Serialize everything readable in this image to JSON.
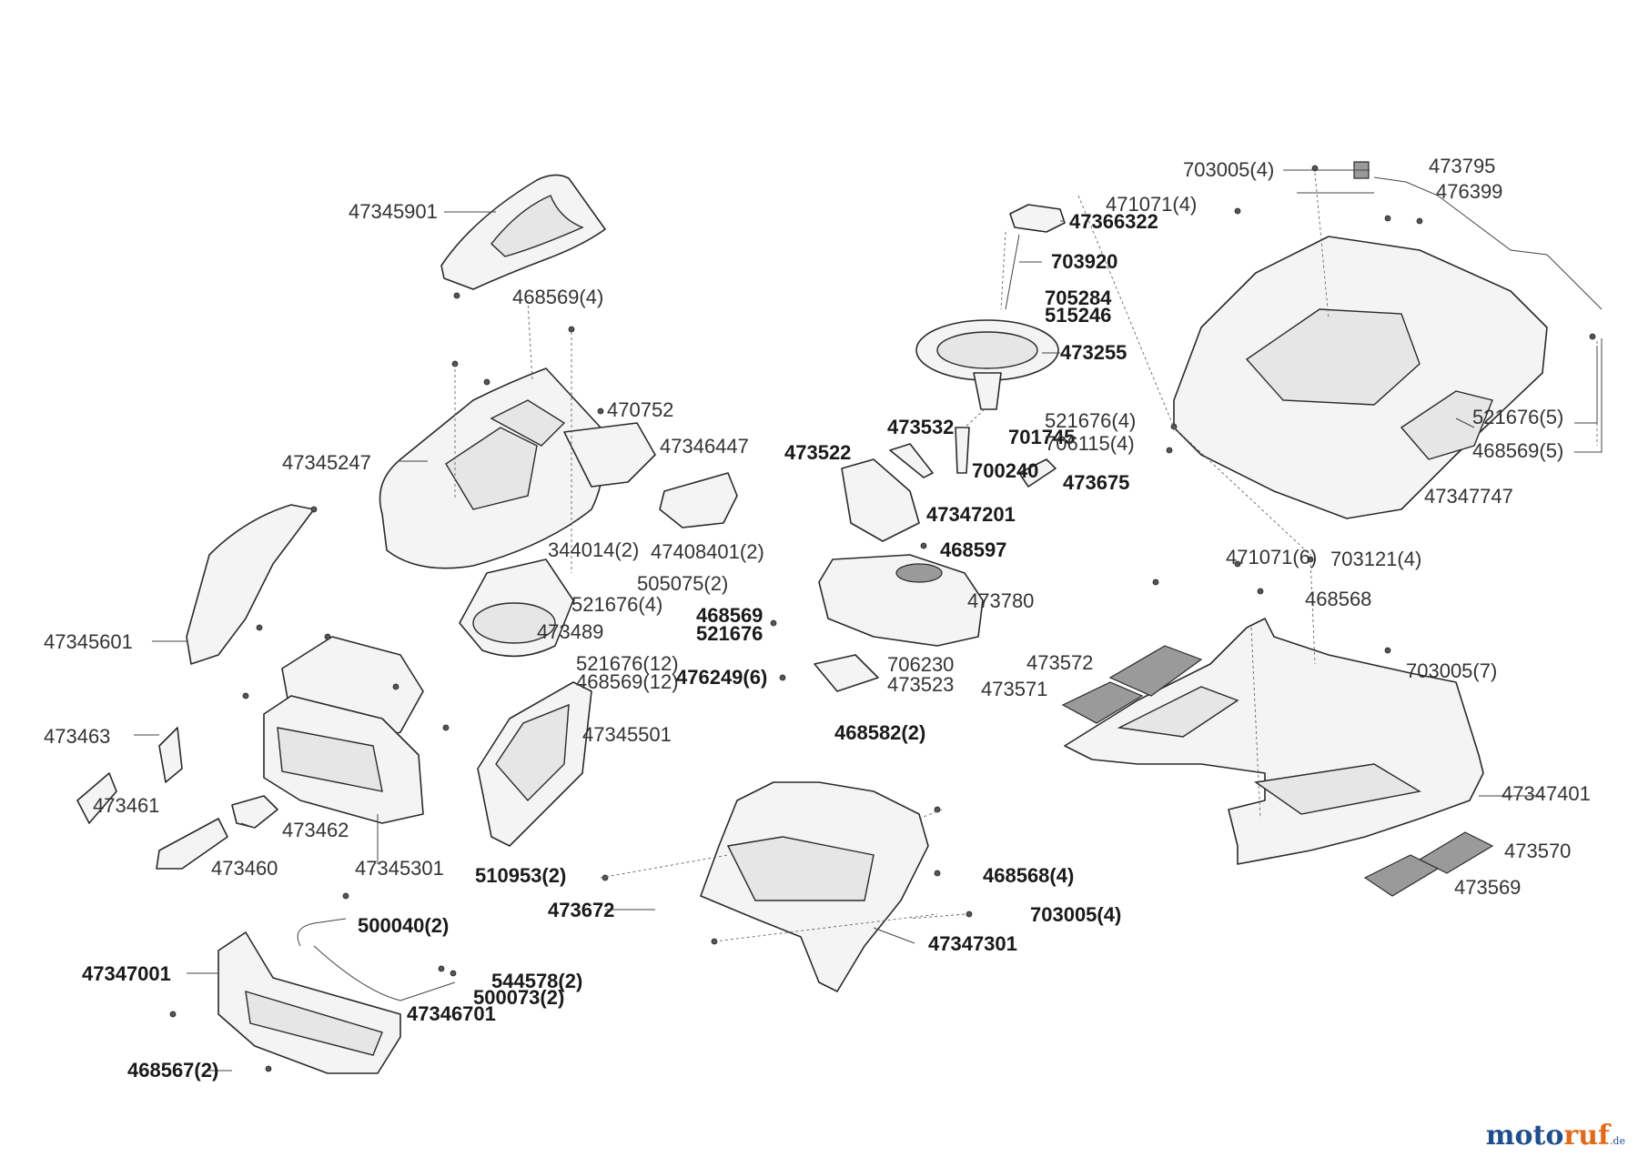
{
  "brand": {
    "part1": "moto",
    "part2": "ruf",
    "suffix": ".de"
  },
  "labels": {
    "l_47345901": "47345901",
    "l_468569_4": "468569(4)",
    "l_470752": "470752",
    "l_47346447": "47346447",
    "l_47345247": "47345247",
    "l_344014_2": "344014(2)",
    "l_47408401_2": "47408401(2)",
    "l_505075_2": "505075(2)",
    "l_521676_4a": "521676(4)",
    "l_473489": "473489",
    "l_47345601": "47345601",
    "l_521676_12": "521676(12)",
    "l_468569_12": "468569(12)",
    "l_47345501": "47345501",
    "l_473463": "473463",
    "l_473461": "473461",
    "l_473462": "473462",
    "l_473460": "473460",
    "l_47345301": "47345301",
    "l_500040_2": "500040(2)",
    "l_47347001": "47347001",
    "l_544578_2": "544578(2)",
    "l_500073_2": "500073(2)",
    "l_47346701": "47346701",
    "l_468567_2": "468567(2)",
    "l_47366322": "47366322",
    "l_703920": "703920",
    "l_705284": "705284",
    "l_515246": "515246",
    "l_473255": "473255",
    "l_473532": "473532",
    "l_473522": "473522",
    "l_701745": "701745",
    "l_700240": "700240",
    "l_473675": "473675",
    "l_47347201": "47347201",
    "l_468597": "468597",
    "l_468569": "468569",
    "l_521676": "521676",
    "l_473780": "473780",
    "l_476249_6": "476249(6)",
    "l_706230": "706230",
    "l_473523": "473523",
    "l_468582_2": "468582(2)",
    "l_510953_2": "510953(2)",
    "l_473672": "473672",
    "l_468568_4": "468568(4)",
    "l_703005_4b": "703005(4)",
    "l_47347301": "47347301",
    "l_703005_4a": "703005(4)",
    "l_473795": "473795",
    "l_471071_4": "471071(4)",
    "l_476399": "476399",
    "l_521676_4b": "521676(4)",
    "l_706115_4": "706115(4)",
    "l_521676_5": "521676(5)",
    "l_468569_5": "468569(5)",
    "l_47347747": "47347747",
    "l_471071_6": "471071(6)",
    "l_703121_4": "703121(4)",
    "l_468568": "468568",
    "l_703005_7": "703005(7)",
    "l_473572": "473572",
    "l_473571": "473571",
    "l_47347401": "47347401",
    "l_473570": "473570",
    "l_473569": "473569"
  }
}
